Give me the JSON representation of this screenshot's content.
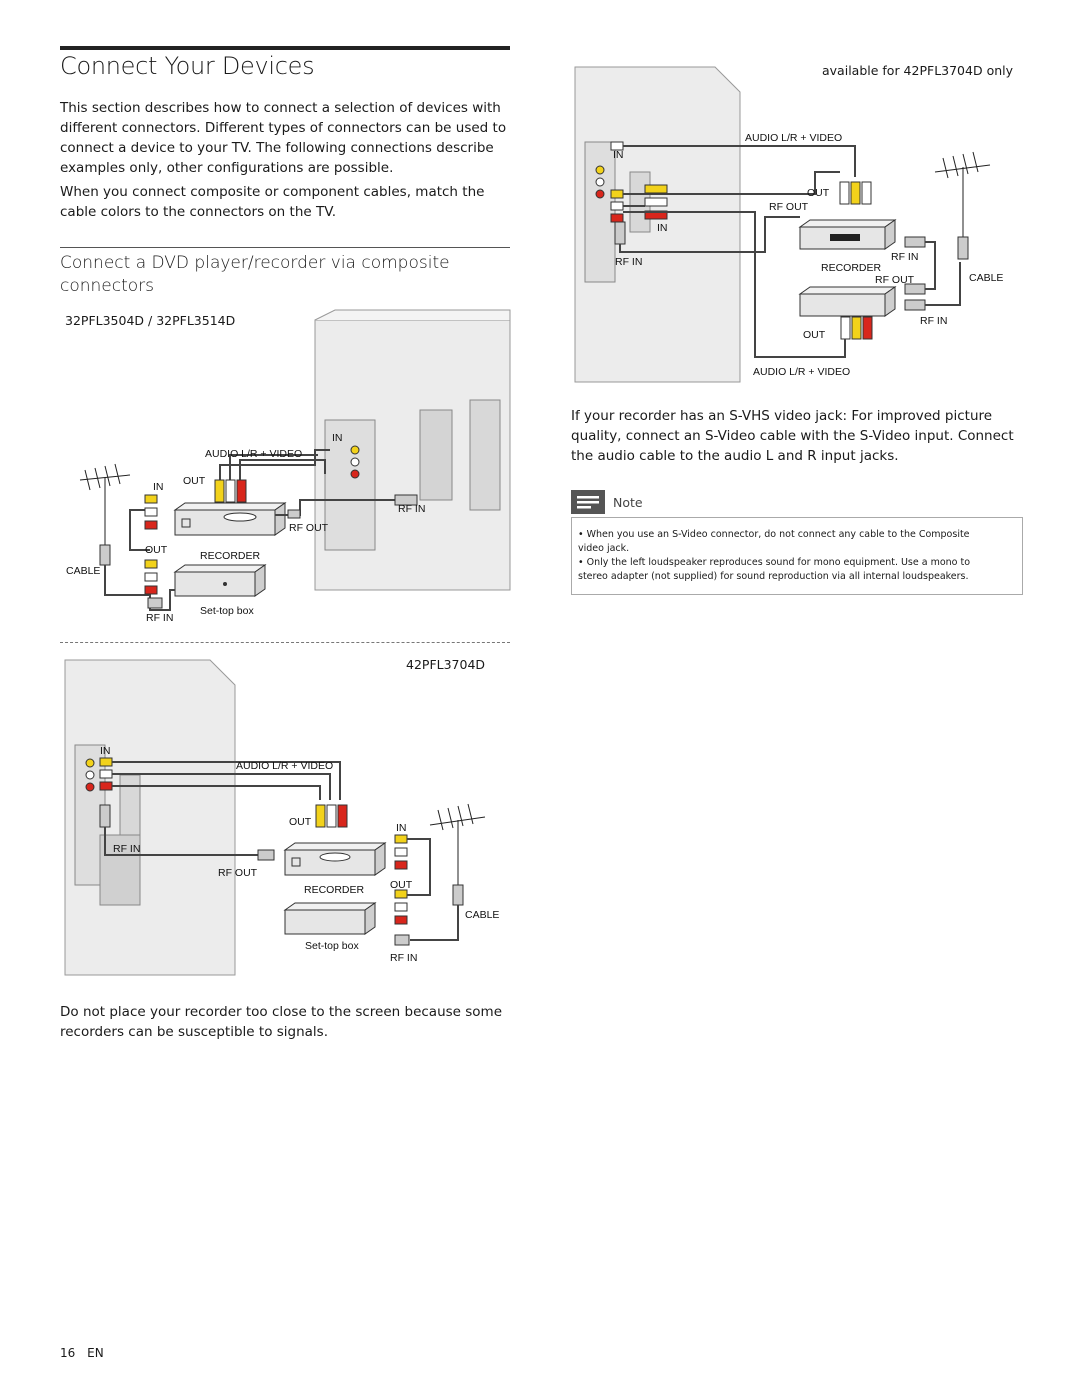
{
  "page": {
    "title": "Connect Your Devices",
    "intro_paragraphs": [
      "This section describes how to connect a selection of devices with different connectors. Different types of connectors can be used to connect a device to your TV. The following connections describe examples only, other configurations are possible.",
      "When you connect composite or component cables, match the cable colors to the connectors on the TV."
    ],
    "section_heading": "Connect a DVD player/recorder via composite connectors",
    "footer_page": "16",
    "footer_lang": "EN"
  },
  "diagram_a": {
    "model": "32PFL3504D / 32PFL3514D",
    "labels": {
      "audio_video": "AUDIO L/R + VIDEO",
      "in": "IN",
      "out": "OUT",
      "in_tv": "IN",
      "rf_in": "RF IN",
      "rf_out": "RF OUT",
      "recorder": "RECORDER",
      "out2": "OUT",
      "cable": "CABLE",
      "settop": "Set-top box",
      "rf_in_box": "RF IN"
    }
  },
  "diagram_b": {
    "model": "42PFL3704D",
    "labels": {
      "in": "IN",
      "audio_video": "AUDIO L/R + VIDEO",
      "out": "OUT",
      "in_right": "IN",
      "rf_in": "RF IN",
      "rf_out": "RF OUT",
      "recorder": "RECORDER",
      "out2": "OUT",
      "cable": "CABLE",
      "settop": "Set-top box",
      "rf_in_box": "RF IN"
    }
  },
  "bottom_paragraph": "Do not place your recorder too close to the screen because some recorders can be susceptible to signals.",
  "diagram_c": {
    "availability": "available for 42PFL3704D only",
    "labels": {
      "audio_video_top": "AUDIO L/R + VIDEO",
      "in": "IN",
      "out": "OUT",
      "rf_out": "RF OUT",
      "in2": "IN",
      "rf_in_tv": "RF IN",
      "rf_in": "RF IN",
      "recorder": "RECORDER",
      "rf_out2": "RF OUT",
      "cable": "CABLE",
      "rf_in2": "RF IN",
      "out2": "OUT",
      "audio_video_bottom": "AUDIO L/R + VIDEO"
    }
  },
  "svhs_paragraph": "If your recorder has an S-VHS video jack: For improved picture quality, connect an S-Video cable with the S-Video input. Connect the audio cable to the audio L and R input jacks.",
  "note": {
    "heading": "Note",
    "items": [
      "When you use an S-Video connector, do not connect any cable to the Composite video jack.",
      "Only the left loudspeaker reproduces sound for mono equipment. Use a mono to stereo adapter (not supplied) for sound reproduction via all internal loudspeakers."
    ]
  },
  "colors": {
    "yellow": "#f2d21b",
    "red": "#d8261c",
    "white": "#ffffff",
    "tv_gray": "#e9e9e9",
    "rule": "#222222"
  }
}
